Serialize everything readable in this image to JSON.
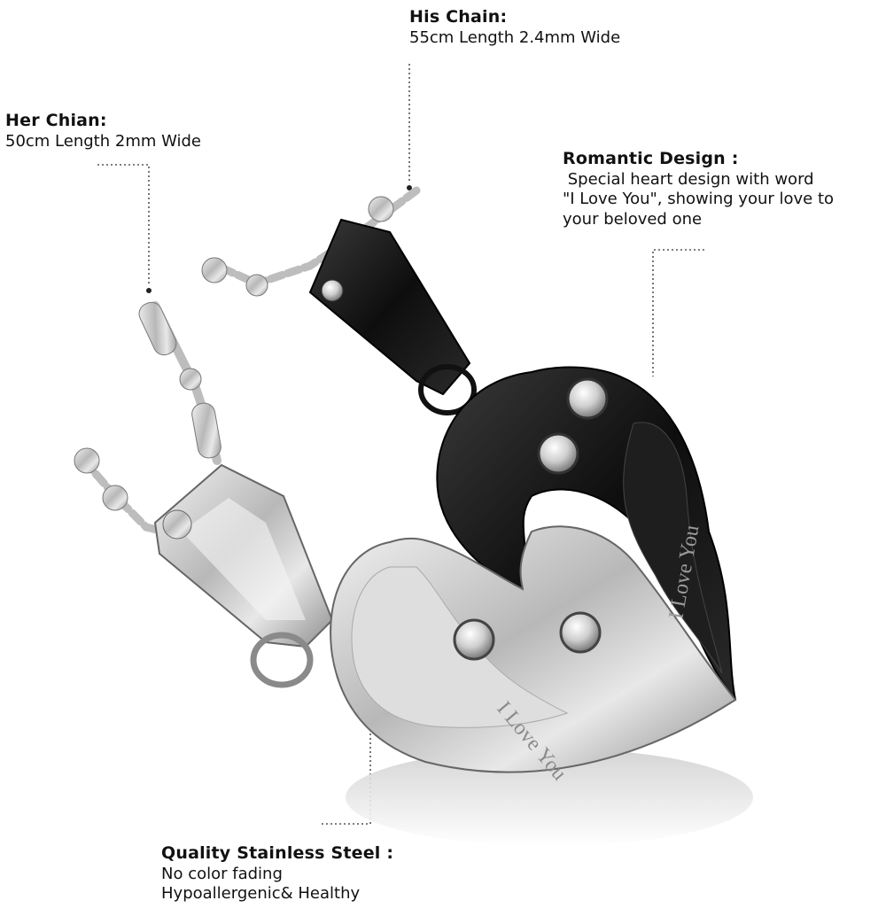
{
  "his_chain": {
    "title": "His Chain:",
    "lines": [
      "55cm Length 2.4mm Wide"
    ]
  },
  "her_chain": {
    "title": "Her Chian:",
    "lines": [
      "50cm Length 2mm Wide"
    ]
  },
  "romantic": {
    "title": "Romantic Design :",
    "lines": [
      " Special heart design with word",
      "\"I Love You\", showing your love to",
      "your beloved one"
    ]
  },
  "quality": {
    "title": "Quality Stainless Steel :",
    "lines": [
      "No color fading",
      "Hypoallergenic& Healthy"
    ]
  },
  "engraving": {
    "black": "I Love You",
    "silver": "I Love You"
  },
  "colors": {
    "black_steel": "#151515",
    "silver_steel": "#c9c9c9",
    "text": "#111111",
    "leader": "#555555"
  }
}
